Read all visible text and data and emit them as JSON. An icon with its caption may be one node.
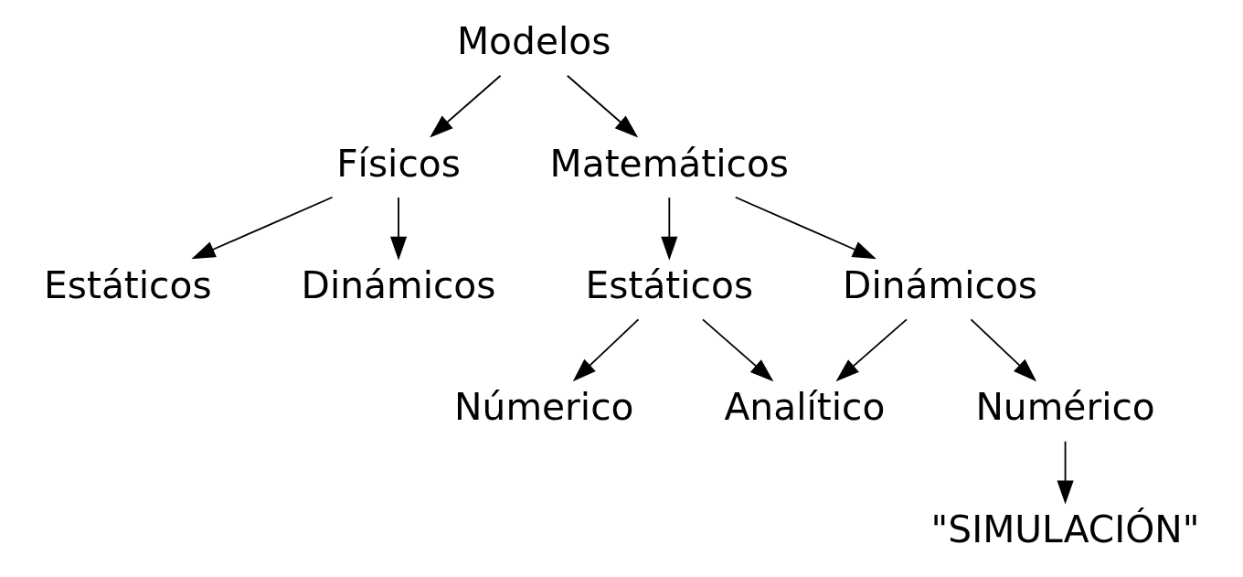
{
  "diagram": {
    "nodes": [
      {
        "text": [
          "Modelos"
        ]
      },
      {
        "text": [
          "Físicos"
        ]
      },
      {
        "text": [
          "Matemáticos"
        ]
      },
      {
        "text": [
          "Estáticos"
        ]
      },
      {
        "text": [
          "Dinámicos"
        ]
      },
      {
        "text": [
          "Estáticos"
        ]
      },
      {
        "text": [
          "Dinámicos"
        ]
      },
      {
        "text": [
          "Númerico"
        ]
      },
      {
        "text": [
          "Analítico"
        ]
      },
      {
        "text": [
          "Numérico"
        ]
      },
      {
        "text": [
          "\"SIMULACIÓN\""
        ]
      }
    ],
    "edges": [
      {
        "from": 0,
        "to": 1,
        "arrow": "to"
      },
      {
        "from": 0,
        "to": 2,
        "arrow": "to"
      },
      {
        "from": 1,
        "to": 3,
        "arrow": "to"
      },
      {
        "from": 1,
        "to": 4,
        "arrow": "to"
      },
      {
        "from": 2,
        "to": 5,
        "arrow": "to"
      },
      {
        "from": 2,
        "to": 6,
        "arrow": "to"
      },
      {
        "from": 5,
        "to": 7,
        "arrow": "to"
      },
      {
        "from": 5,
        "to": 8,
        "arrow": "to"
      },
      {
        "from": 6,
        "to": 8,
        "arrow": "to"
      },
      {
        "from": 6,
        "to": 9,
        "arrow": "to"
      },
      {
        "from": 9,
        "to": 10,
        "arrow": "to"
      }
    ]
  }
}
